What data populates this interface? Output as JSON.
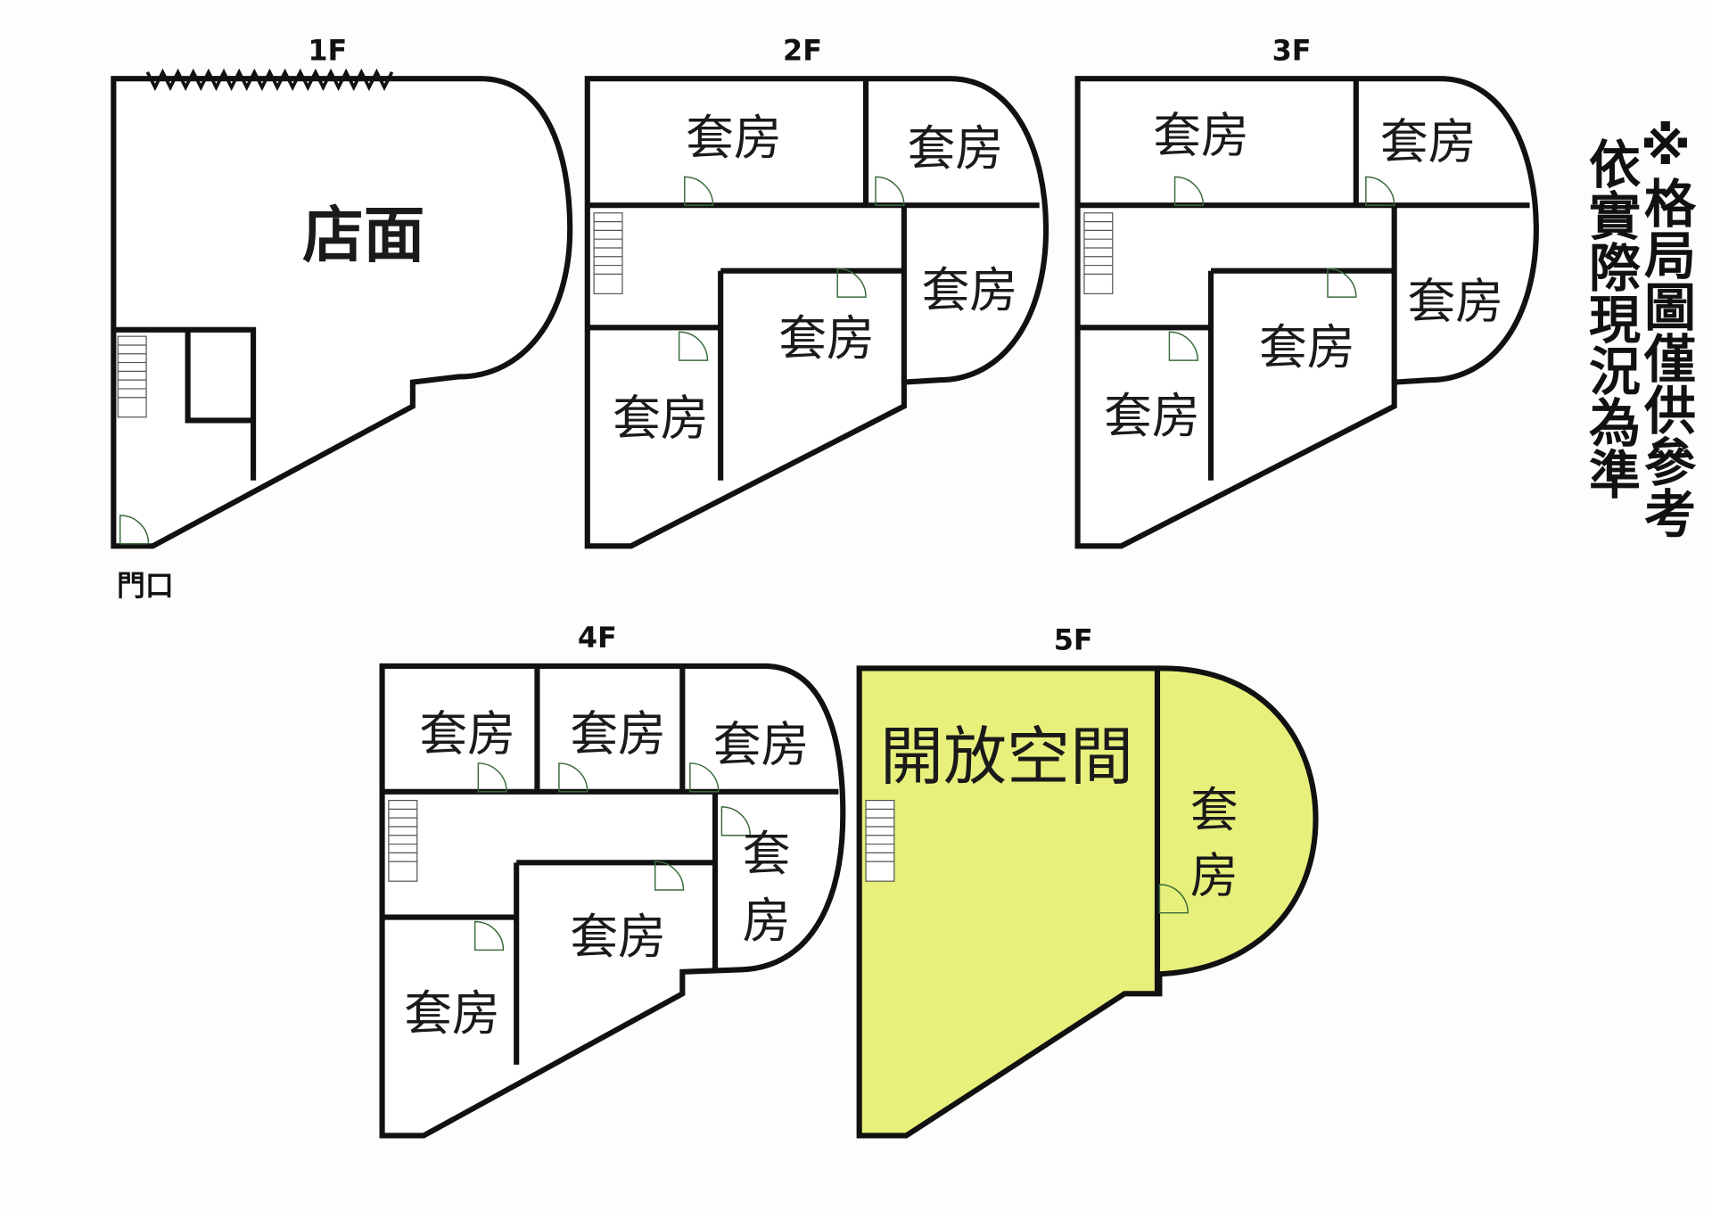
{
  "floors": {
    "f1": {
      "label": "1F",
      "rooms": [
        "店面"
      ],
      "entrance": "門口"
    },
    "f2": {
      "label": "2F",
      "rooms": [
        "套房",
        "套房",
        "套房",
        "套房",
        "套房"
      ]
    },
    "f3": {
      "label": "3F",
      "rooms": [
        "套房",
        "套房",
        "套房",
        "套房",
        "套房"
      ]
    },
    "f4": {
      "label": "4F",
      "rooms": [
        "套房",
        "套房",
        "套房",
        "套",
        "房",
        "套房",
        "套房"
      ]
    },
    "f5": {
      "label": "5F",
      "rooms": [
        "開放空間",
        "套",
        "房"
      ]
    }
  },
  "note": {
    "line1": "※格局圖僅供參考",
    "line2": "依實際現況為準"
  },
  "colors": {
    "highlight": "#e8f07c",
    "wall": "#111111"
  }
}
